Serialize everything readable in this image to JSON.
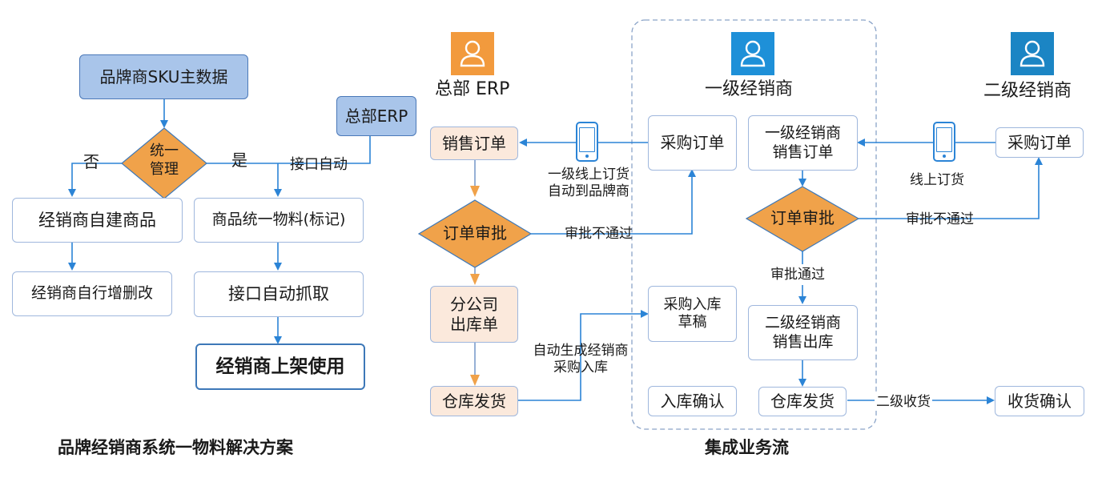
{
  "left": {
    "master_data": "品牌商SKU主数据",
    "decision": {
      "line1": "统一",
      "line2": "管理"
    },
    "no_label": "否",
    "yes_label": "是",
    "hq_erp": "总部ERP",
    "interface_auto": "接口自动",
    "dealer_self_built": "经销商自建商品",
    "unified_material": "商品统一物料(标记)",
    "dealer_crud": "经销商自行增删改",
    "interface_fetch": "接口自动抓取",
    "dealer_shelf": "经销商上架使用",
    "caption": "品牌经销商系统一物料解决方案"
  },
  "right": {
    "hq_erp_title": "总部 ERP",
    "level1_title": "一级经销商",
    "level2_title": "二级经销商",
    "sales_order": "销售订单",
    "phone1_line1": "一级线上订货",
    "phone1_line2": "自动到品牌商",
    "purchase_order_l1": "采购订单",
    "order_review_left": "订单审批",
    "review_reject_left": "审批不通过",
    "branch_outbound_line1": "分公司",
    "branch_outbound_line2": "出库单",
    "purchase_draft_line1": "采购入库",
    "purchase_draft_line2": "草稿",
    "auto_gen_line1": "自动生成经销商",
    "auto_gen_line2": "采购入库",
    "warehouse_ship_left": "仓库发货",
    "inbound_confirm": "入库确认",
    "l1_sales_order_line1": "一级经销商",
    "l1_sales_order_line2": "销售订单",
    "phone2_label": "线上订货",
    "purchase_order_l2": "采购订单",
    "order_review_right": "订单审批",
    "review_reject_right": "审批不通过",
    "review_pass": "审批通过",
    "l2_outbound_line1": "二级经销商",
    "l2_outbound_line2": "销售出库",
    "warehouse_ship_right": "仓库发货",
    "l2_receive": "二级收货",
    "receipt_confirm": "收货确认",
    "caption": "集成业务流"
  },
  "colors": {
    "arrow": "#2b84d6",
    "orange": "#f0a24a",
    "orange_icon": "#f29a3d",
    "blue_icon": "#1e90d8",
    "teal_icon": "#1b85c4"
  }
}
